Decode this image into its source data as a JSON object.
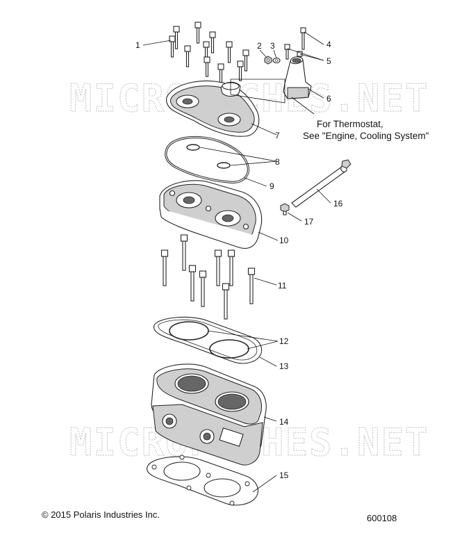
{
  "watermark": "MICROFICHES.NET",
  "callouts": [
    {
      "id": "1",
      "text": "1"
    },
    {
      "id": "2",
      "text": "2"
    },
    {
      "id": "3",
      "text": "3"
    },
    {
      "id": "4",
      "text": "4"
    },
    {
      "id": "5",
      "text": "5"
    },
    {
      "id": "6",
      "text": "6"
    },
    {
      "id": "7",
      "text": "7"
    },
    {
      "id": "8",
      "text": "8"
    },
    {
      "id": "9",
      "text": "9"
    },
    {
      "id": "10",
      "text": "10"
    },
    {
      "id": "11",
      "text": "11"
    },
    {
      "id": "12",
      "text": "12"
    },
    {
      "id": "13",
      "text": "13"
    },
    {
      "id": "14",
      "text": "14"
    },
    {
      "id": "15",
      "text": "15"
    },
    {
      "id": "16",
      "text": "16"
    },
    {
      "id": "17",
      "text": "17"
    }
  ],
  "note": {
    "line1": "For Thermostat,",
    "line2": "See \"Engine, Cooling System\""
  },
  "footer": {
    "copyright": "© 2015 Polaris Industries Inc.",
    "figure_number": "600108"
  }
}
